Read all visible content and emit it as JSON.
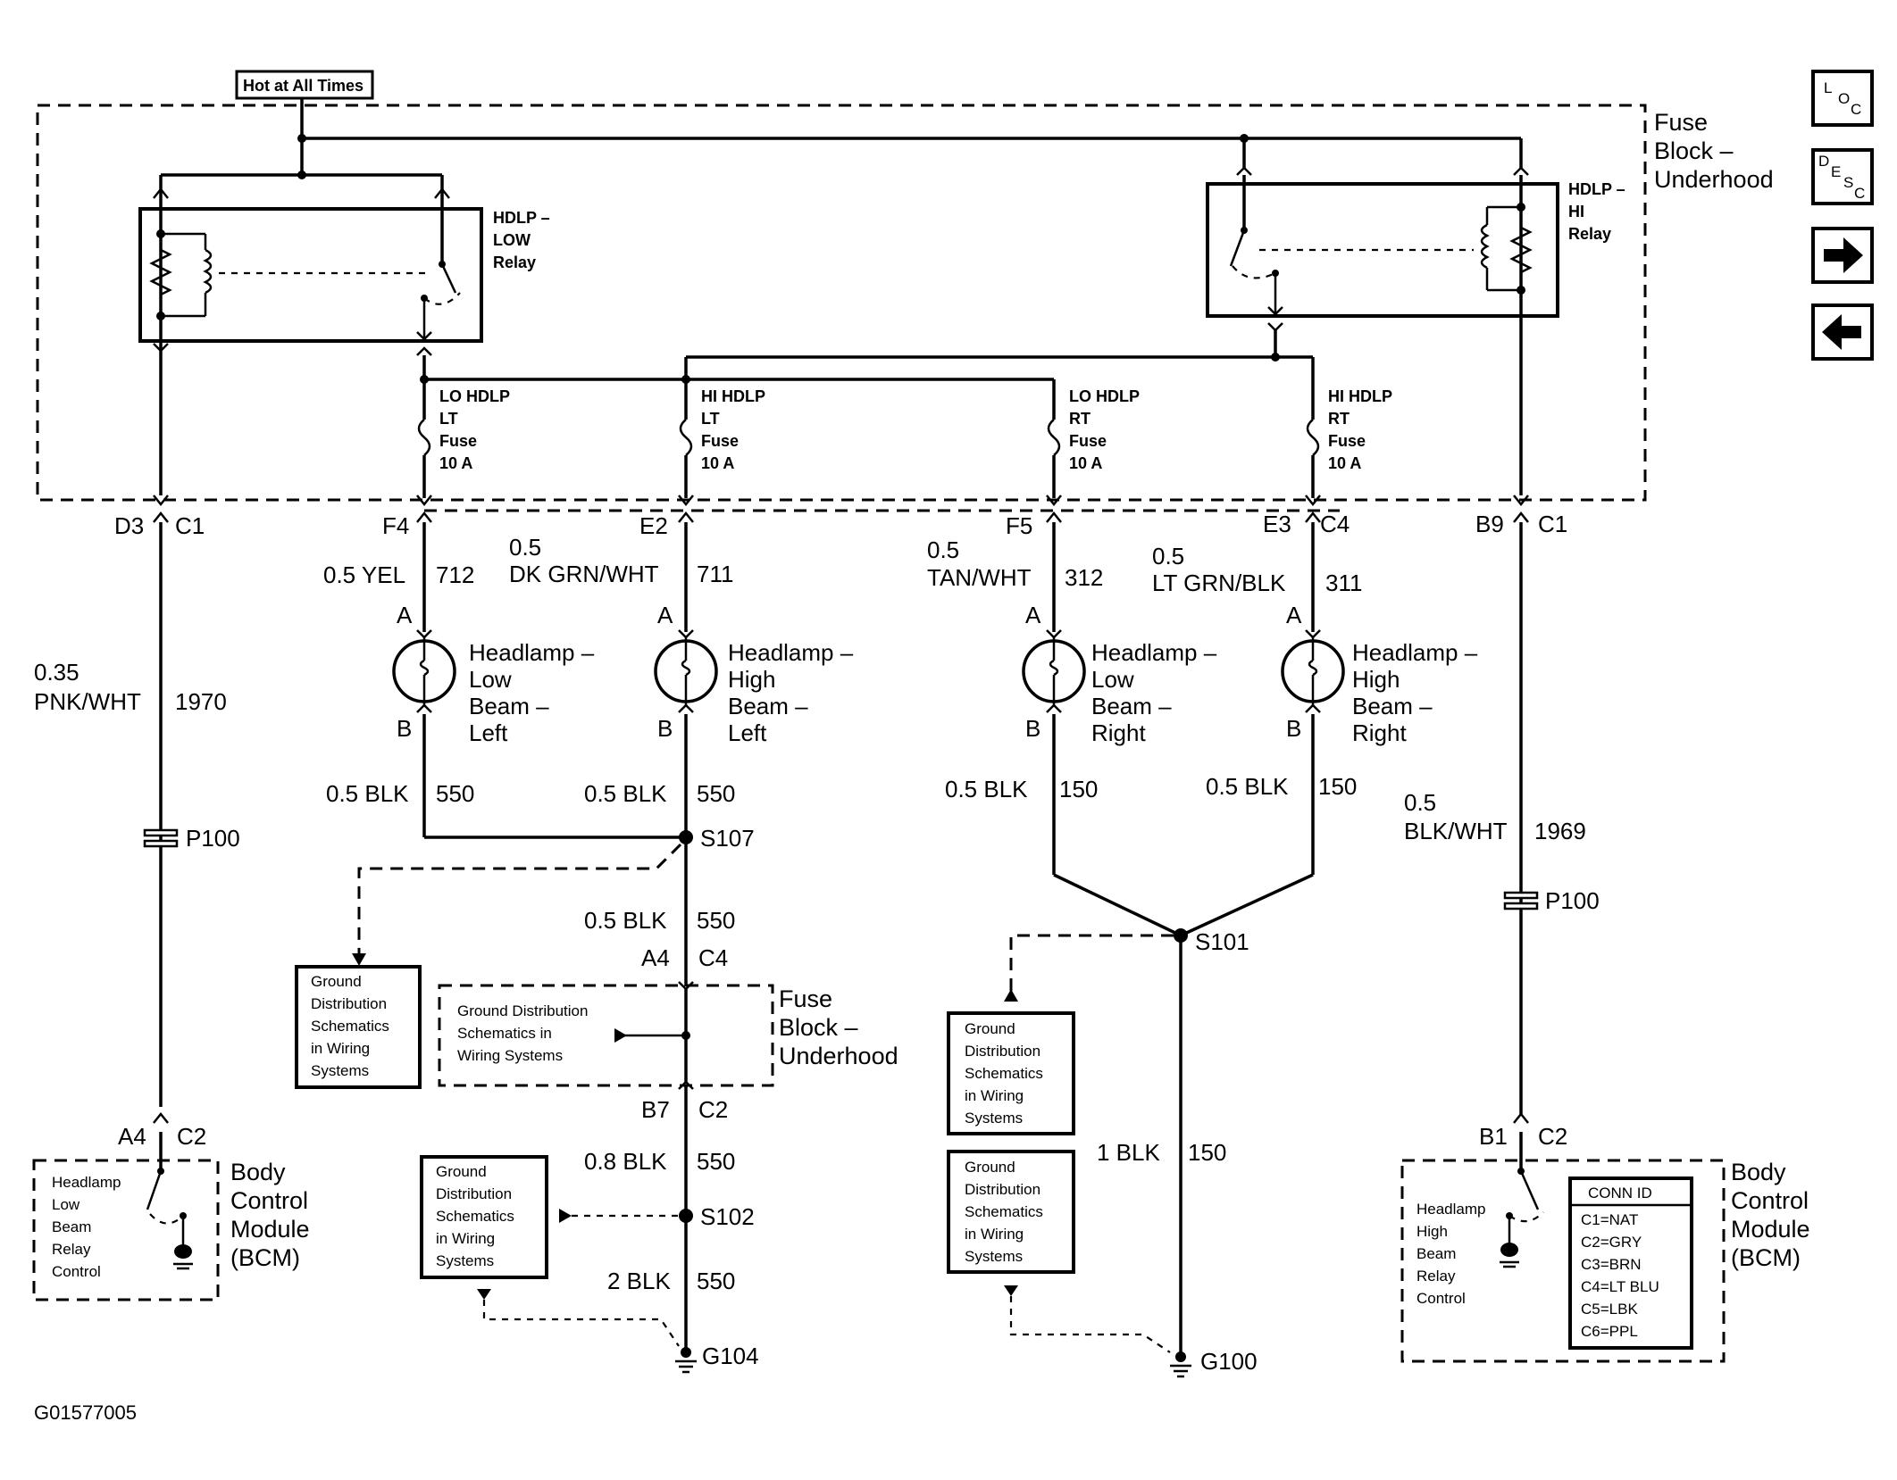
{
  "hot_label": "Hot at All Times",
  "fuse_block_label": [
    "Fuse",
    "Block –",
    "Underhood"
  ],
  "relays": {
    "low": [
      "HDLP –",
      "LOW",
      "Relay"
    ],
    "hi": [
      "HDLP –",
      "HI",
      "Relay"
    ]
  },
  "fuses": [
    {
      "lines": [
        "LO HDLP",
        "LT",
        "Fuse",
        "10 A"
      ]
    },
    {
      "lines": [
        "HI HDLP",
        "LT",
        "Fuse",
        "10 A"
      ]
    },
    {
      "lines": [
        "LO HDLP",
        "RT",
        "Fuse",
        "10 A"
      ]
    },
    {
      "lines": [
        "HI HDLP",
        "RT",
        "Fuse",
        "10 A"
      ]
    }
  ],
  "connectors": {
    "d3": "D3",
    "c1a": "C1",
    "f4": "F4",
    "e2": "E2",
    "f5": "F5",
    "e3": "E3",
    "c4a": "C4",
    "b9": "B9",
    "c1b": "C1",
    "a4a": "A4",
    "c2a": "C2",
    "a4b": "A4",
    "c4b": "C4",
    "b7": "B7",
    "c2b": "C2",
    "b1": "B1",
    "c2c": "C2"
  },
  "wires": {
    "w1970": [
      "0.35",
      "PNK/WHT",
      "1970"
    ],
    "w712": [
      "0.5 YEL",
      "712"
    ],
    "w711": [
      "0.5",
      "DK GRN/WHT",
      "711"
    ],
    "w312": [
      "0.5",
      "TAN/WHT",
      "312"
    ],
    "w311": [
      "0.5",
      "LT GRN/BLK",
      "311"
    ],
    "w550a": [
      "0.5 BLK",
      "550"
    ],
    "w550b": [
      "0.5 BLK",
      "550"
    ],
    "w150a": [
      "0.5 BLK",
      "150"
    ],
    "w150b": [
      "0.5 BLK",
      "150"
    ],
    "w1969": [
      "0.5",
      "BLK/WHT",
      "1969"
    ],
    "w550c": [
      "0.5 BLK",
      "550"
    ],
    "w550d": [
      "0.8 BLK",
      "550"
    ],
    "w550e": [
      "2 BLK",
      "550"
    ],
    "w150c": [
      "1 BLK",
      "150"
    ]
  },
  "pins": {
    "a": "A",
    "b": "B"
  },
  "headlamps": [
    [
      "Headlamp –",
      "Low",
      "Beam –",
      "Left"
    ],
    [
      "Headlamp –",
      "High",
      "Beam –",
      "Left"
    ],
    [
      "Headlamp –",
      "Low",
      "Beam –",
      "Right"
    ],
    [
      "Headlamp –",
      "High",
      "Beam –",
      "Right"
    ]
  ],
  "splices": {
    "s107": "S107",
    "s101": "S101",
    "s102": "S102"
  },
  "passthroughs": {
    "p100a": "P100",
    "p100b": "P100"
  },
  "grounds": {
    "g104": "G104",
    "g100": "G100"
  },
  "ground_dist_boxes": {
    "box1": [
      "Ground",
      "Distribution",
      "Schematics",
      "in Wiring",
      "Systems"
    ],
    "box2": [
      "Ground Distribution",
      "Schematics in",
      "Wiring Systems"
    ],
    "box3": [
      "Ground",
      "Distribution",
      "Schematics",
      "in Wiring",
      "Systems"
    ],
    "box4": [
      "Ground",
      "Distribution",
      "Schematics",
      "in Wiring",
      "Systems"
    ],
    "box5": [
      "Ground",
      "Distribution",
      "Schematics",
      "in Wiring",
      "Systems"
    ]
  },
  "bcm": {
    "label": [
      "Body",
      "Control",
      "Module",
      "(BCM)"
    ],
    "low_control": [
      "Headlamp",
      "Low",
      "Beam",
      "Relay",
      "Control"
    ],
    "high_control": [
      "Headlamp",
      "High",
      "Beam",
      "Relay",
      "Control"
    ]
  },
  "conn_id": {
    "title": "CONN ID",
    "rows": [
      "C1=NAT",
      "C2=GRY",
      "C3=BRN",
      "C4=LT BLU",
      "C5=LBK",
      "C6=PPL"
    ]
  },
  "nav": {
    "loc": [
      "L",
      "O",
      "C"
    ],
    "desc": [
      "D",
      "E",
      "S",
      "C"
    ]
  },
  "figure_id": "G01577005"
}
